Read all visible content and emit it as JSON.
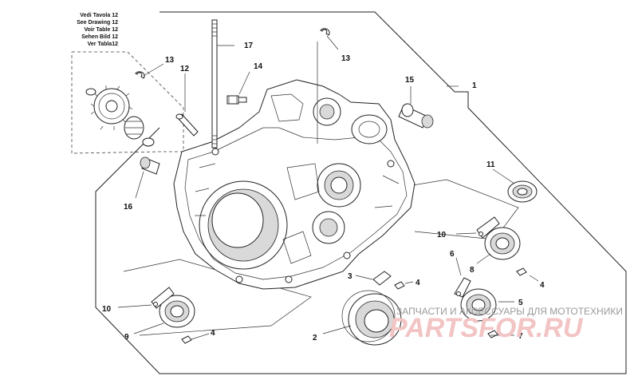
{
  "note_lines": [
    "Vedi Tavola 12",
    "See Drawing 12",
    "Voir Table 12",
    "Sehen Bild 12",
    "Ver Tabla12"
  ],
  "callouts": {
    "c1": "1",
    "c2": "2",
    "c3": "3",
    "c4a": "4",
    "c4b": "4",
    "c4c": "4",
    "c5": "5",
    "c6": "6",
    "c7": "7",
    "c8": "8",
    "c9": "9",
    "c10a": "10",
    "c10b": "10",
    "c11": "11",
    "c12": "12",
    "c13a": "13",
    "c13b": "13",
    "c14": "14",
    "c15": "15",
    "c16": "16",
    "c17": "17"
  },
  "watermark": {
    "caption": "ЗАПЧАСТИ И АКСЕССУАРЫ ДЛЯ МОТОТЕХНИКИ",
    "logo": "PARTSFOR.RU"
  }
}
